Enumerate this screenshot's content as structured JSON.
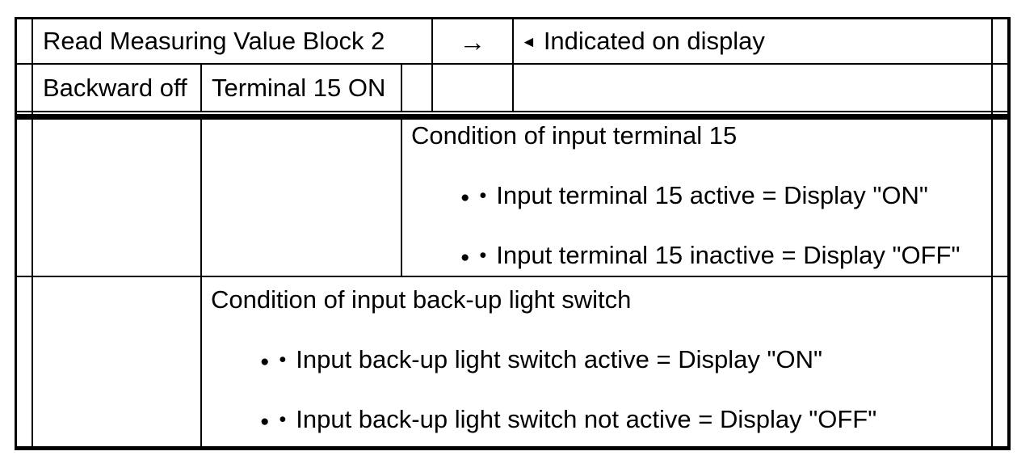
{
  "colors": {
    "ink": "#000000",
    "paper": "#ffffff"
  },
  "table": {
    "header": {
      "title": "Read Measuring Value Block 2",
      "arrow_glyph": "→",
      "pointer_glyph": "◄",
      "indicated_label": "Indicated on display"
    },
    "subheader": {
      "col1": "Backward off",
      "col2": "Terminal 15 ON"
    },
    "bullet_glyphs": {
      "big": "●",
      "small": "•"
    },
    "sections": [
      {
        "heading": "Condition of input terminal 15",
        "bullets": [
          "Input terminal 15 active = Display \"ON\"",
          "Input terminal 15 inactive = Display \"OFF\""
        ]
      },
      {
        "heading": "Condition of input back-up light switch",
        "bullets": [
          "Input back-up light switch active = Display \"ON\"",
          "Input back-up light switch not active = Display \"OFF\""
        ]
      }
    ]
  }
}
